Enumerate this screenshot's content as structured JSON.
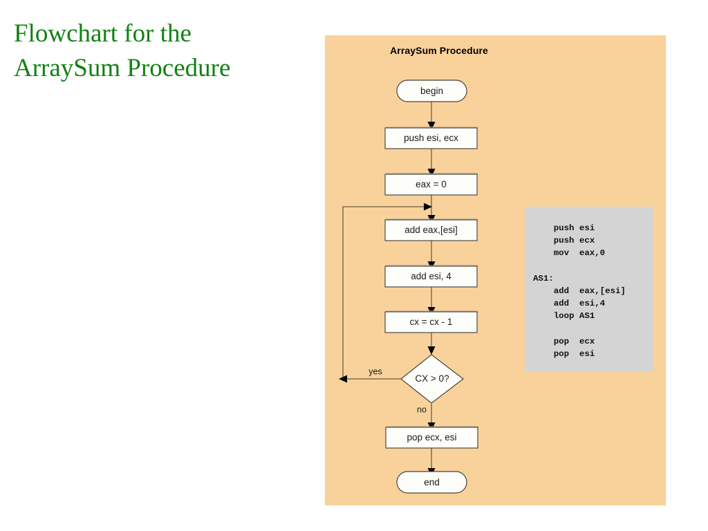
{
  "slide": {
    "title": "Flowchart for the\nArraySum Procedure",
    "title_color": "#138013",
    "background": "#ffffff"
  },
  "panel": {
    "heading": "ArraySum Procedure",
    "background": "#f9d29b"
  },
  "flowchart": {
    "type": "flowchart",
    "nodes": [
      {
        "id": "begin",
        "shape": "terminator",
        "label": "begin"
      },
      {
        "id": "push",
        "shape": "process",
        "label": "push esi, ecx"
      },
      {
        "id": "eax0",
        "shape": "process",
        "label": "eax = 0"
      },
      {
        "id": "addeax",
        "shape": "process",
        "label": "add eax,[esi]"
      },
      {
        "id": "addesi",
        "shape": "process",
        "label": "add esi, 4"
      },
      {
        "id": "cxdec",
        "shape": "process",
        "label": "cx = cx - 1"
      },
      {
        "id": "cxtest",
        "shape": "decision",
        "label": "CX > 0?"
      },
      {
        "id": "pop",
        "shape": "process",
        "label": "pop ecx, esi"
      },
      {
        "id": "end",
        "shape": "terminator",
        "label": "end"
      }
    ],
    "edges": [
      {
        "from": "begin",
        "to": "push",
        "label": ""
      },
      {
        "from": "push",
        "to": "eax0",
        "label": ""
      },
      {
        "from": "eax0",
        "to": "addeax",
        "label": ""
      },
      {
        "from": "addeax",
        "to": "addesi",
        "label": ""
      },
      {
        "from": "addesi",
        "to": "cxdec",
        "label": ""
      },
      {
        "from": "cxdec",
        "to": "cxtest",
        "label": ""
      },
      {
        "from": "cxtest",
        "to": "addeax",
        "label": "yes"
      },
      {
        "from": "cxtest",
        "to": "pop",
        "label": "no"
      },
      {
        "from": "pop",
        "to": "end",
        "label": ""
      }
    ],
    "branch_labels": {
      "yes": "yes",
      "no": "no"
    }
  },
  "code": {
    "background": "#d4d4d4",
    "listing": "    push esi\n    push ecx\n    mov  eax,0\n\nAS1:\n    add  eax,[esi]\n    add  esi,4\n    loop AS1\n\n    pop  ecx\n    pop  esi"
  }
}
